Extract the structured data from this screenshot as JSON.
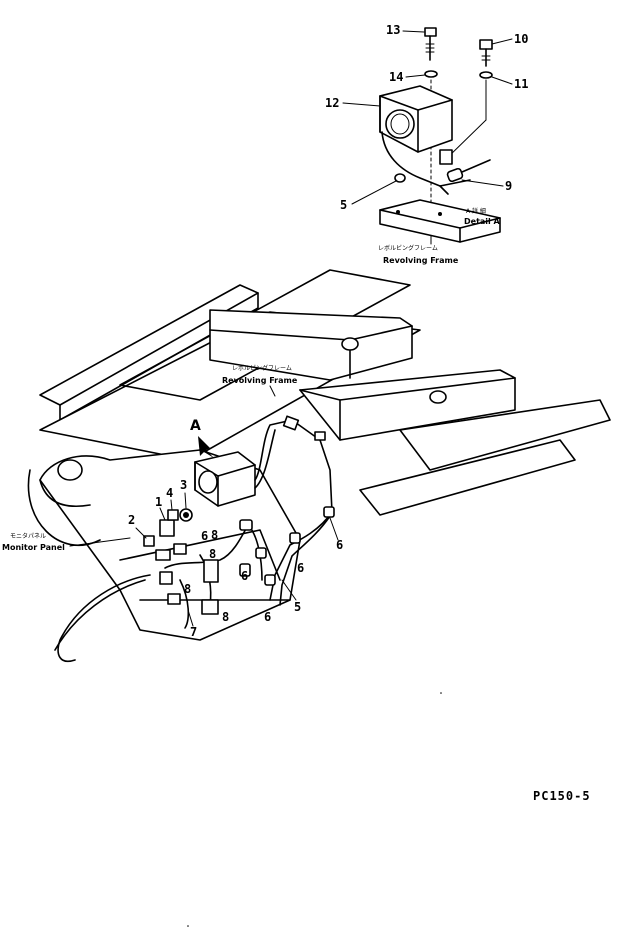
{
  "callouts": {
    "n1": "1",
    "n2": "2",
    "n3": "3",
    "n4": "4",
    "n5": "5",
    "n6": "6",
    "n7": "7",
    "n8": "8",
    "n9": "9",
    "n10": "10",
    "n11": "11",
    "n12": "12",
    "n13": "13",
    "n14": "14"
  },
  "labels": {
    "detail_a_jp": "A 詳 細",
    "detail_a_en": "Detail A",
    "revolving_frame_jp": "レボルビングフレーム",
    "revolving_frame_en": "Revolving Frame",
    "monitor_panel_jp": "モニタパネル",
    "monitor_panel_en": "Monitor Panel",
    "view_arrow": "A"
  },
  "model": "PC150-5"
}
